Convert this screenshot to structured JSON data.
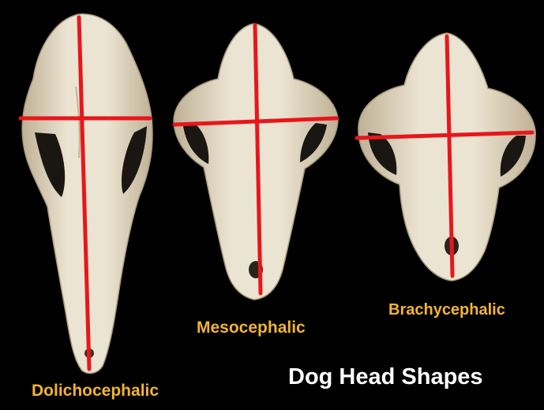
{
  "image": {
    "title": "Dog Head Shapes",
    "labels": {
      "dolichocephalic": "Dolichocephalic",
      "mesocephalic": "Mesocephalic",
      "brachycephalic": "Brachycephalic"
    }
  },
  "colors": {
    "background": "#000000",
    "label_text": "#f2b431",
    "title_text": "#ffffff",
    "measure_line": "#e8161b",
    "bone": "#e7decb",
    "bone_shadow": "#b9ab8e"
  }
}
